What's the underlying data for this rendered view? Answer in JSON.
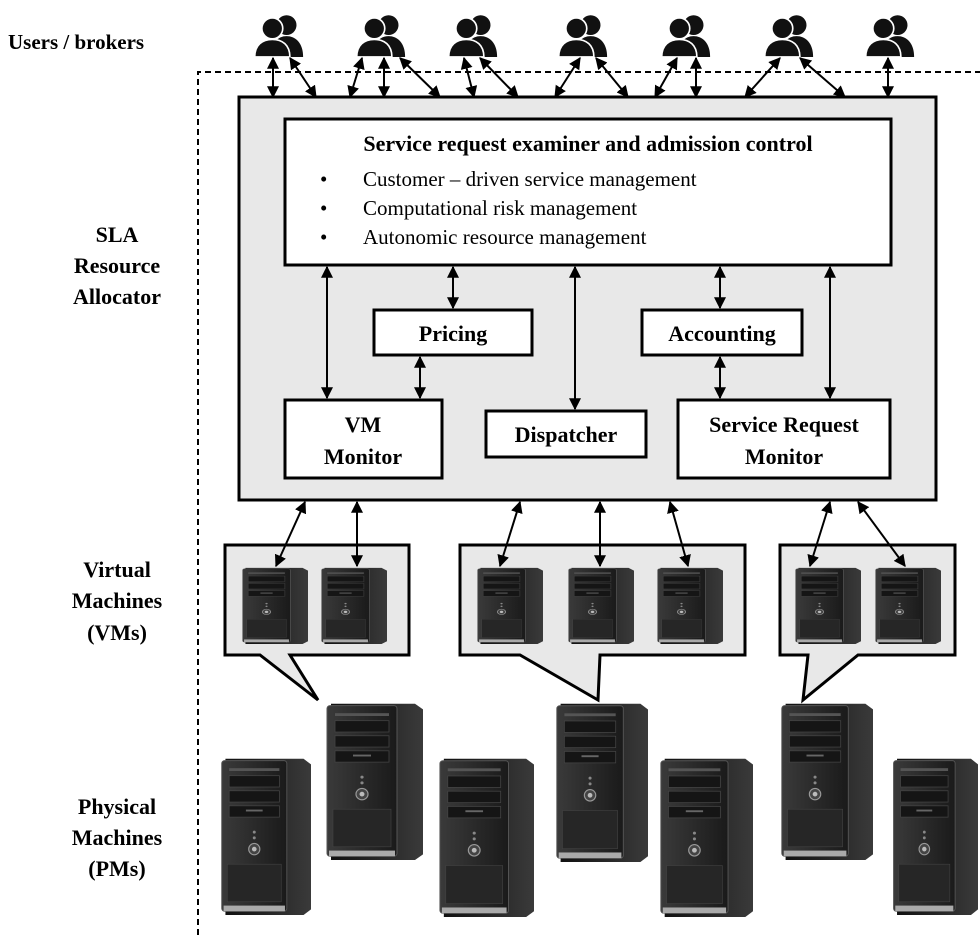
{
  "labels": {
    "users": "Users / brokers",
    "sla": [
      "SLA",
      "Resource",
      "Allocator"
    ],
    "vms": [
      "Virtual",
      "Machines",
      "(VMs)"
    ],
    "pms": [
      "Physical",
      "Machines",
      "(PMs)"
    ]
  },
  "examiner": {
    "title": "Service request examiner and admission control",
    "items": [
      "Customer – driven service management",
      "Computational risk management",
      "Autonomic resource management"
    ]
  },
  "boxes": {
    "pricing": "Pricing",
    "accounting": "Accounting",
    "vm_monitor": [
      "VM",
      "Monitor"
    ],
    "dispatcher": "Dispatcher",
    "service_request_monitor": [
      "Service Request",
      "Monitor"
    ]
  },
  "icons": {
    "user": "user-pair-icon",
    "computer": "server-tower-icon"
  },
  "colors": {
    "panel": "#e8e8e8",
    "stroke": "#000000",
    "tower_dark": "#1e1e1e",
    "tower_face": "#2c2c2c"
  }
}
